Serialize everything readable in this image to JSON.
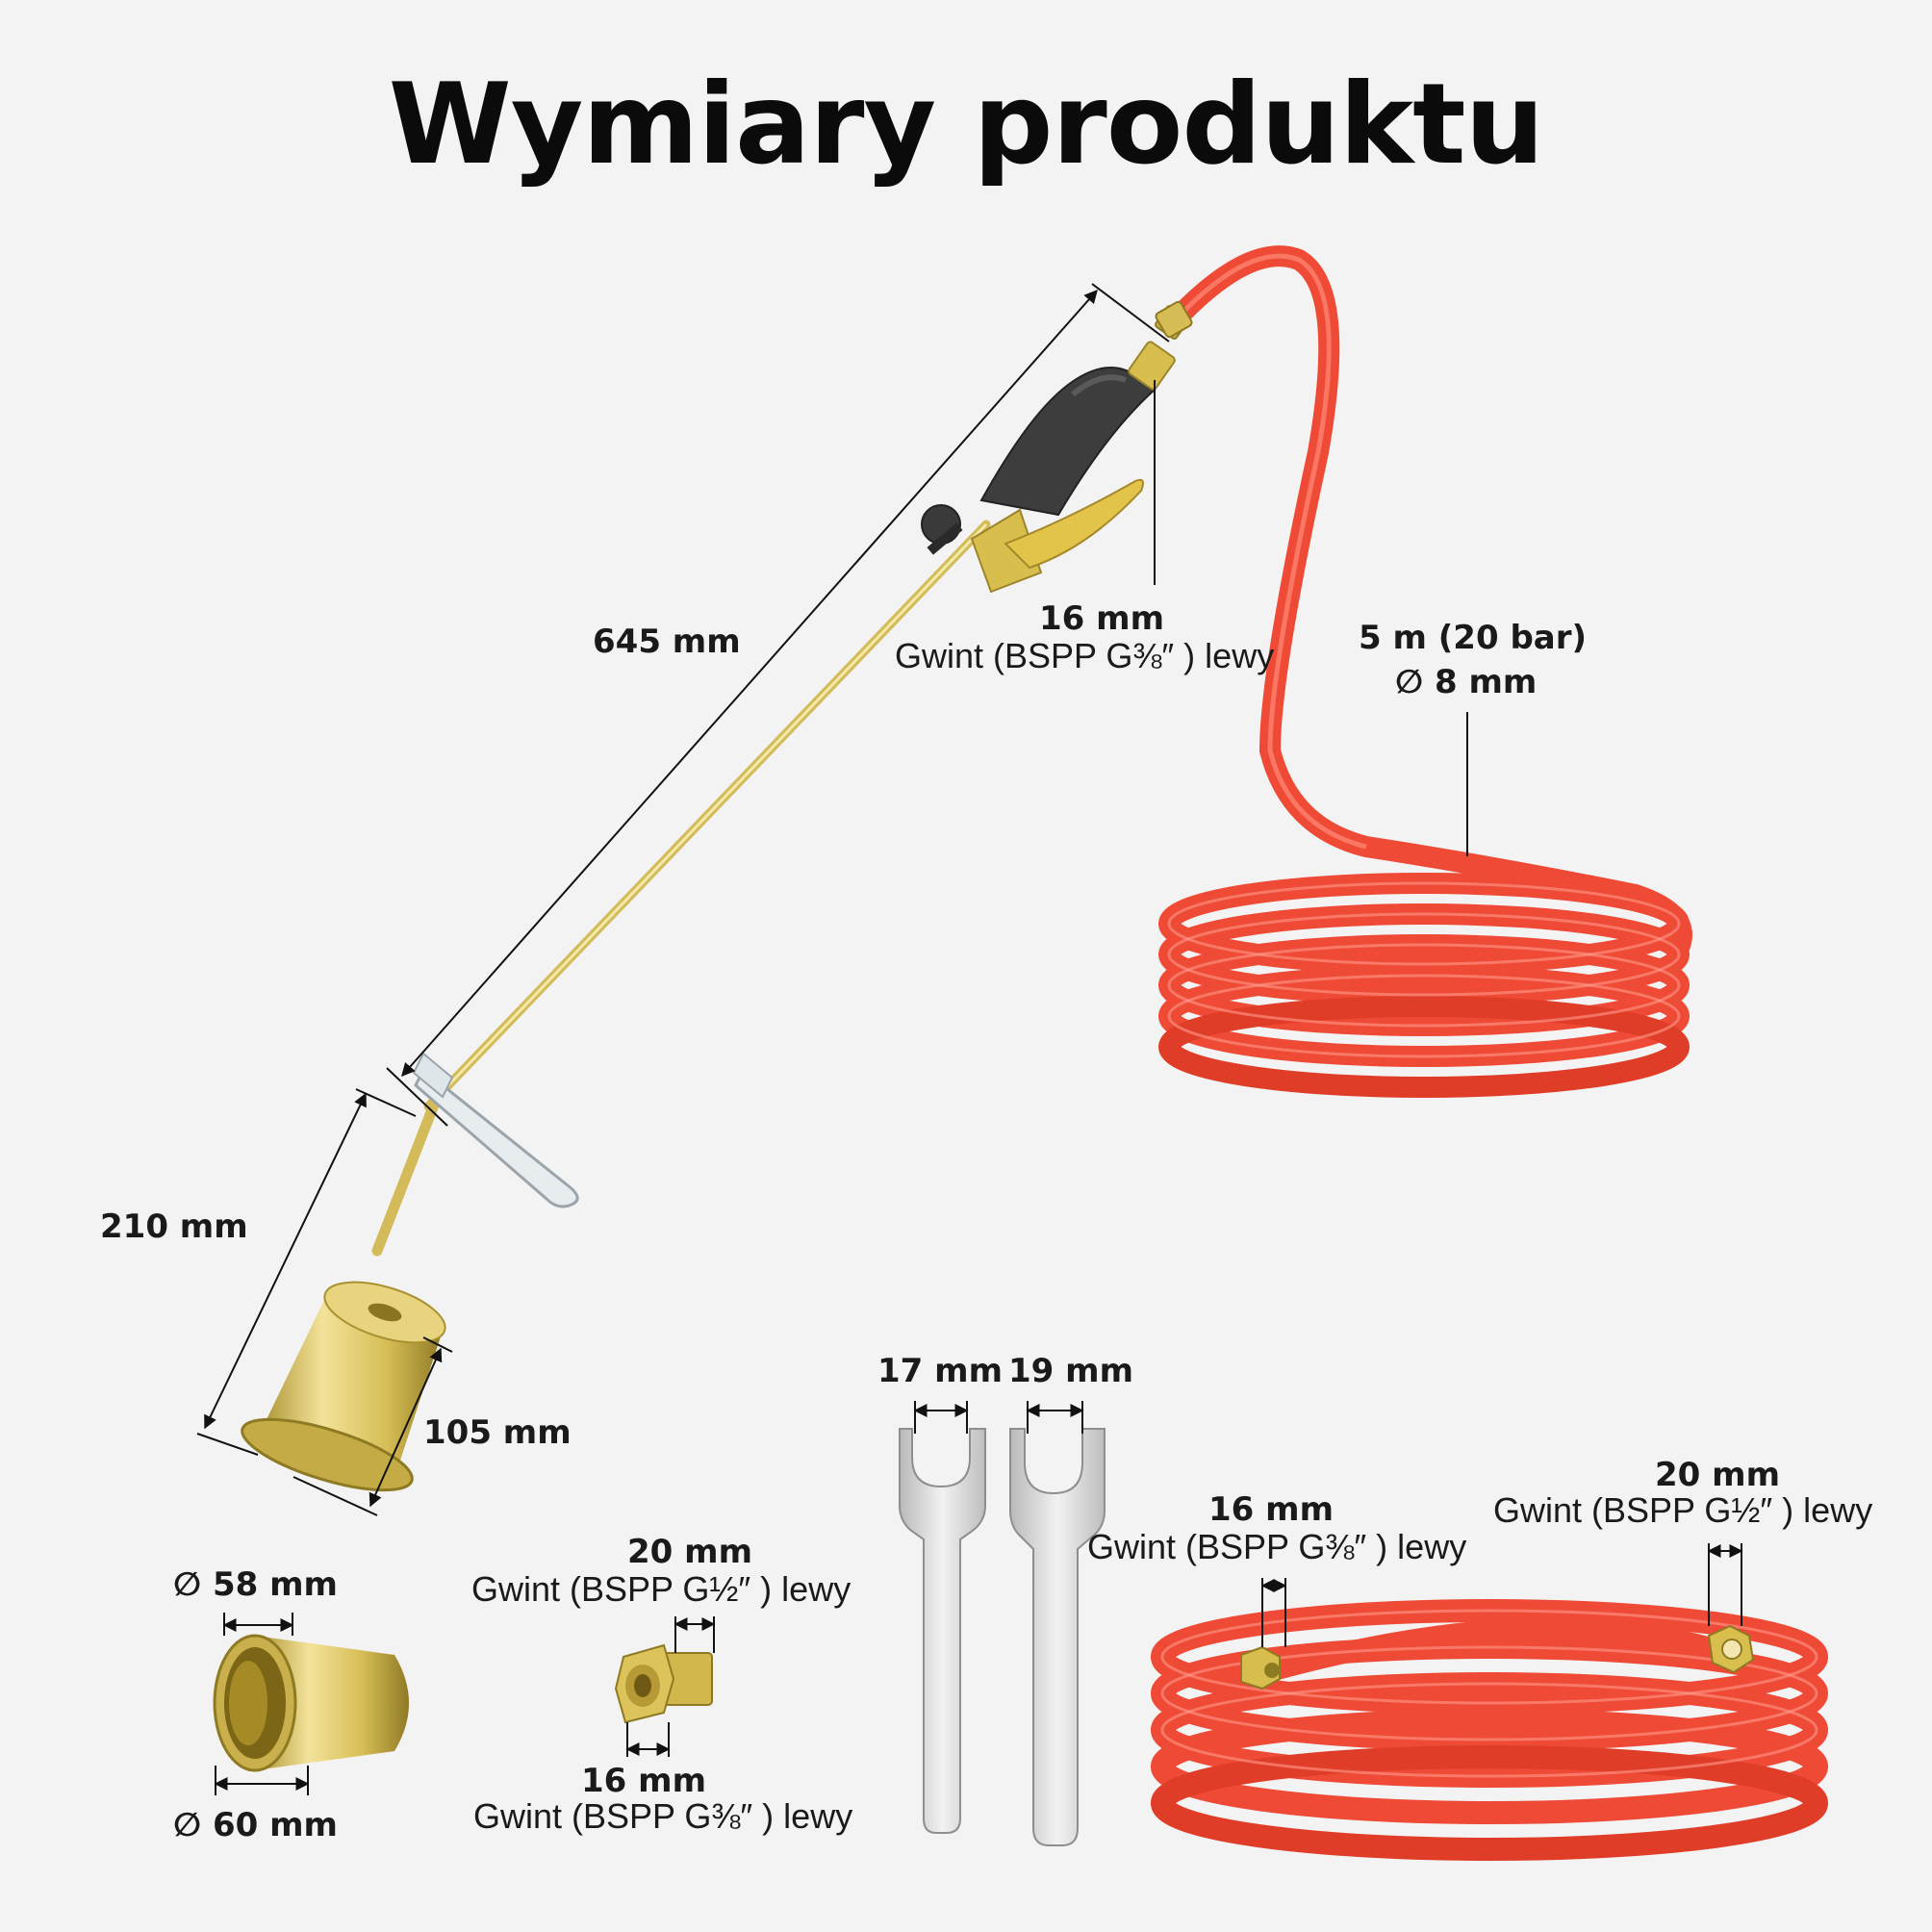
{
  "title": "Wymiary produktu",
  "torch": {
    "length_label": "645 mm",
    "burner_length_label": "210 mm",
    "burner_width_label": "105 mm",
    "handle_connector": {
      "size": "16 mm",
      "thread": "Gwint (BSPP G⅜″ ) lewy"
    }
  },
  "hose_attached": {
    "spec": "5 m (20 bar)",
    "diameter": "∅ 8 mm"
  },
  "burner_sleeve": {
    "inner": "∅ 58 mm",
    "outer": "∅ 60 mm"
  },
  "adapter": {
    "top_size": "20 mm",
    "top_thread": "Gwint (BSPP G½″ ) lewy",
    "bottom_size": "16 mm",
    "bottom_thread": "Gwint (BSPP G⅜″ ) lewy"
  },
  "wrenches": {
    "left": "17 mm",
    "right": "19 mm"
  },
  "hose_spare": {
    "left_size": "16 mm",
    "left_thread": "Gwint (BSPP G⅜″ ) lewy",
    "right_size": "20 mm",
    "right_thread": "Gwint (BSPP G½″ ) lewy"
  },
  "colors": {
    "background": "#f3f3f3",
    "hose_red": "#ee4a35",
    "brass": "#d9c35a",
    "grip": "#3d3d3d",
    "steel": "#d8d8d8"
  }
}
